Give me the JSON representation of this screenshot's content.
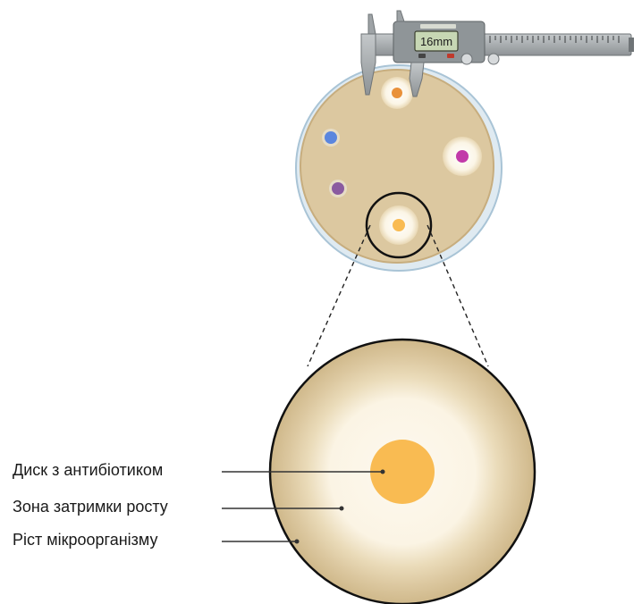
{
  "caliper": {
    "display": "16mm"
  },
  "labels": {
    "disk": "Диск з антибіотиком",
    "zone": "Зона затримки росту",
    "growth": "Ріст мікроорганізму"
  },
  "colors": {
    "agar": "#dcc8a0",
    "agar_edge": "#c7ad7e",
    "clear_zone": "#fbf5e6",
    "disk_orange": "#f9bb52",
    "disk_small_orange": "#e9913a",
    "disk_blue": "#5b86de",
    "disk_magenta": "#c23aa9",
    "disk_purple": "#8a5ba0",
    "dish_rim": "#b5cfe0",
    "caliper": "#9ea3a6",
    "lcd": "#c7d7b4"
  }
}
